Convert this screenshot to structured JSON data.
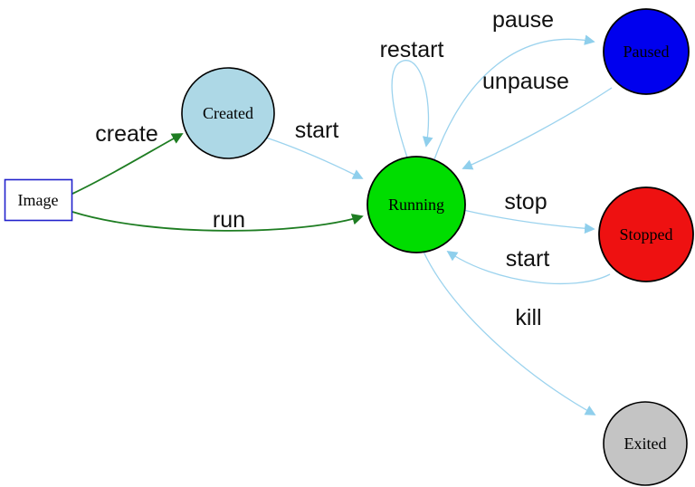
{
  "diagram": {
    "description": "Container lifecycle state diagram",
    "colors": {
      "background": "#ffffff",
      "edge_blue": "#9cd3ee",
      "edge_blue_arrow": "#8fcfec",
      "edge_green": "#1e7d22",
      "edge_green_arrow": "#1e7d22",
      "node_border": "#000000",
      "image_box_border": "#2222cc",
      "label_text": "#111111"
    },
    "nodes": [
      {
        "id": "image",
        "label": "Image",
        "shape": "rect",
        "color": "#ffffff"
      },
      {
        "id": "created",
        "label": "Created",
        "shape": "ellipse",
        "color": "#add8e6"
      },
      {
        "id": "running",
        "label": "Running",
        "shape": "ellipse",
        "color": "#00dd00"
      },
      {
        "id": "paused",
        "label": "Paused",
        "shape": "ellipse",
        "color": "#0000ee"
      },
      {
        "id": "stopped",
        "label": "Stopped",
        "shape": "ellipse",
        "color": "#ee1111"
      },
      {
        "id": "exited",
        "label": "Exited",
        "shape": "ellipse",
        "color": "#c4c4c4"
      }
    ],
    "edges": [
      {
        "from": "image",
        "to": "created",
        "label": "create",
        "color": "#1e7d22"
      },
      {
        "from": "image",
        "to": "running",
        "label": "run",
        "color": "#1e7d22"
      },
      {
        "from": "created",
        "to": "running",
        "label": "start",
        "color": "#9cd3ee"
      },
      {
        "from": "running",
        "to": "running",
        "label": "restart",
        "color": "#9cd3ee"
      },
      {
        "from": "running",
        "to": "paused",
        "label": "pause",
        "color": "#9cd3ee"
      },
      {
        "from": "paused",
        "to": "running",
        "label": "unpause",
        "color": "#9cd3ee"
      },
      {
        "from": "running",
        "to": "stopped",
        "label": "stop",
        "color": "#9cd3ee"
      },
      {
        "from": "stopped",
        "to": "running",
        "label": "start",
        "color": "#9cd3ee"
      },
      {
        "from": "running",
        "to": "exited",
        "label": "kill",
        "color": "#9cd3ee"
      }
    ]
  }
}
